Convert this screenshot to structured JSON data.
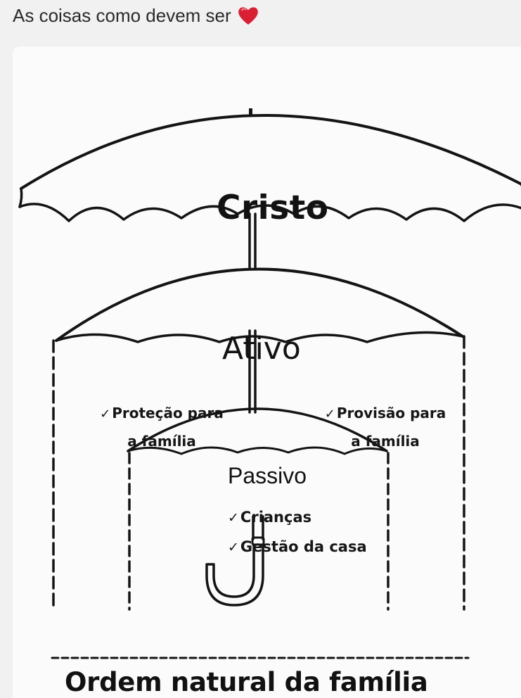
{
  "post": {
    "caption": "As coisas como devem ser",
    "caption_emoji": "heart-emoji",
    "accent_color": "#d92032"
  },
  "diagram": {
    "top_umbrella_label": "Cristo",
    "middle_umbrella_label": "Ativo",
    "middle_left_lines": [
      "Proteção para",
      "a família"
    ],
    "middle_right_lines": [
      "Provisão para",
      "a família"
    ],
    "small_umbrella_label": "Passivo",
    "small_items": [
      "Crianças",
      "Gestão da casa"
    ],
    "check_mark": "✓",
    "footer_title": "Ordem natural da família"
  }
}
